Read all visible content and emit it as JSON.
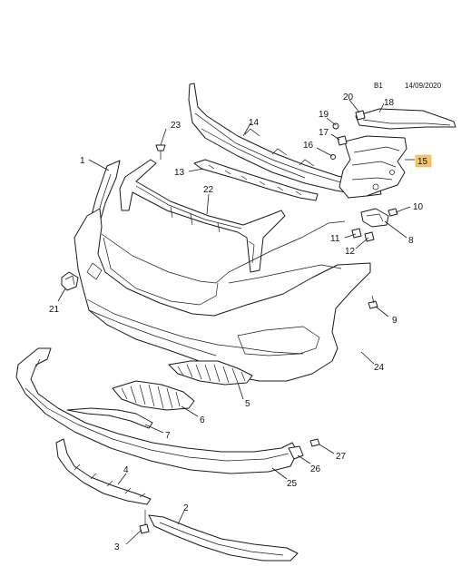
{
  "header": {
    "code": "B1",
    "date": "14/09/2020"
  },
  "highlight": {
    "color": "#f6c667",
    "part": "15"
  },
  "callouts": [
    "1",
    "2",
    "3",
    "4",
    "5",
    "6",
    "7",
    "8",
    "9",
    "10",
    "11",
    "12",
    "13",
    "14",
    "15",
    "16",
    "17",
    "18",
    "19",
    "20",
    "21",
    "22",
    "23",
    "24",
    "25",
    "26",
    "27"
  ]
}
